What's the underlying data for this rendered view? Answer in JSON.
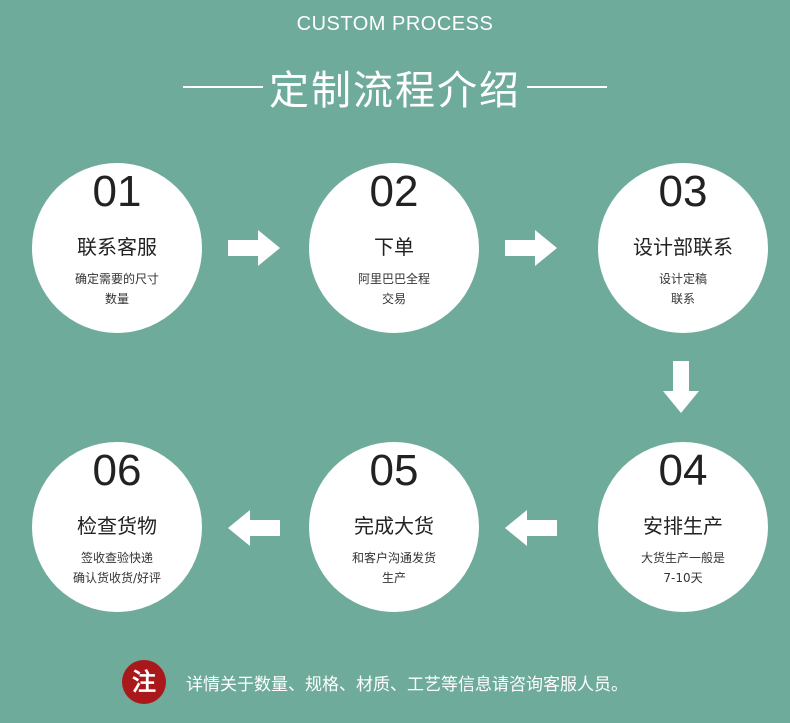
{
  "header": {
    "subtitle": "CUSTOM PROCESS",
    "title": "定制流程介绍"
  },
  "steps": [
    {
      "num": "01",
      "name": "联系客服",
      "desc1": "确定需要的尺寸",
      "desc2": "数量"
    },
    {
      "num": "02",
      "name": "下单",
      "desc1": "阿里巴巴全程",
      "desc2": "交易"
    },
    {
      "num": "03",
      "name": "设计部联系",
      "desc1": "设计定稿",
      "desc2": "联系"
    },
    {
      "num": "04",
      "name": "安排生产",
      "desc1": "大货生产一般是",
      "desc2": "7-10天"
    },
    {
      "num": "05",
      "name": "完成大货",
      "desc1": "和客户沟通发货",
      "desc2": "生产"
    },
    {
      "num": "06",
      "name": "检查货物",
      "desc1": "签收查验快递",
      "desc2": "确认货收货/好评"
    }
  ],
  "note": {
    "badge": "注",
    "text": "详情关于数量、规格、材质、工艺等信息请咨询客服人员。"
  },
  "colors": {
    "background": "#6fab9b",
    "circle": "#ffffff",
    "badge": "#a9191c"
  },
  "icons": [
    "arrow-right-icon",
    "arrow-down-icon",
    "arrow-left-icon"
  ]
}
